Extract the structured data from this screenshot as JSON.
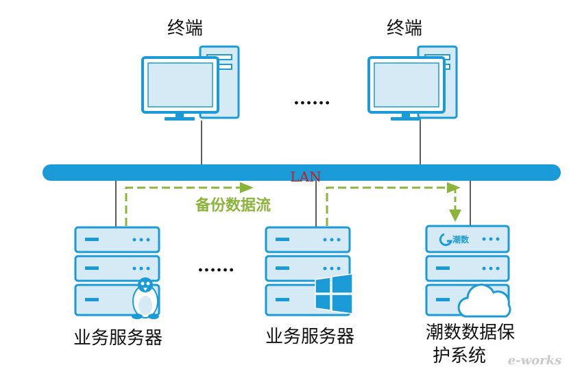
{
  "terminals": [
    {
      "label": "终端"
    },
    {
      "label": "终端"
    }
  ],
  "ellipsis_top": "......",
  "ellipsis_bottom": "......",
  "lan": {
    "label": "LAN"
  },
  "backup_flow": {
    "label": "备份数据流"
  },
  "servers": [
    {
      "label": "业务服务器",
      "os": "linux"
    },
    {
      "label": "业务服务器",
      "os": "windows"
    }
  ],
  "protection_system": {
    "label_line1": "潮数数据保",
    "label_line2": "护系统",
    "brand": "潮数"
  },
  "watermark": "e-works",
  "colors": {
    "device_fill": "#d6eaf6",
    "device_stroke": "#1a9ad6",
    "lan_bar": "#1a9ad6",
    "lan_label": "#c81e1e",
    "flow": "#8bb43a",
    "text": "#111111",
    "link_line": "#222222"
  }
}
